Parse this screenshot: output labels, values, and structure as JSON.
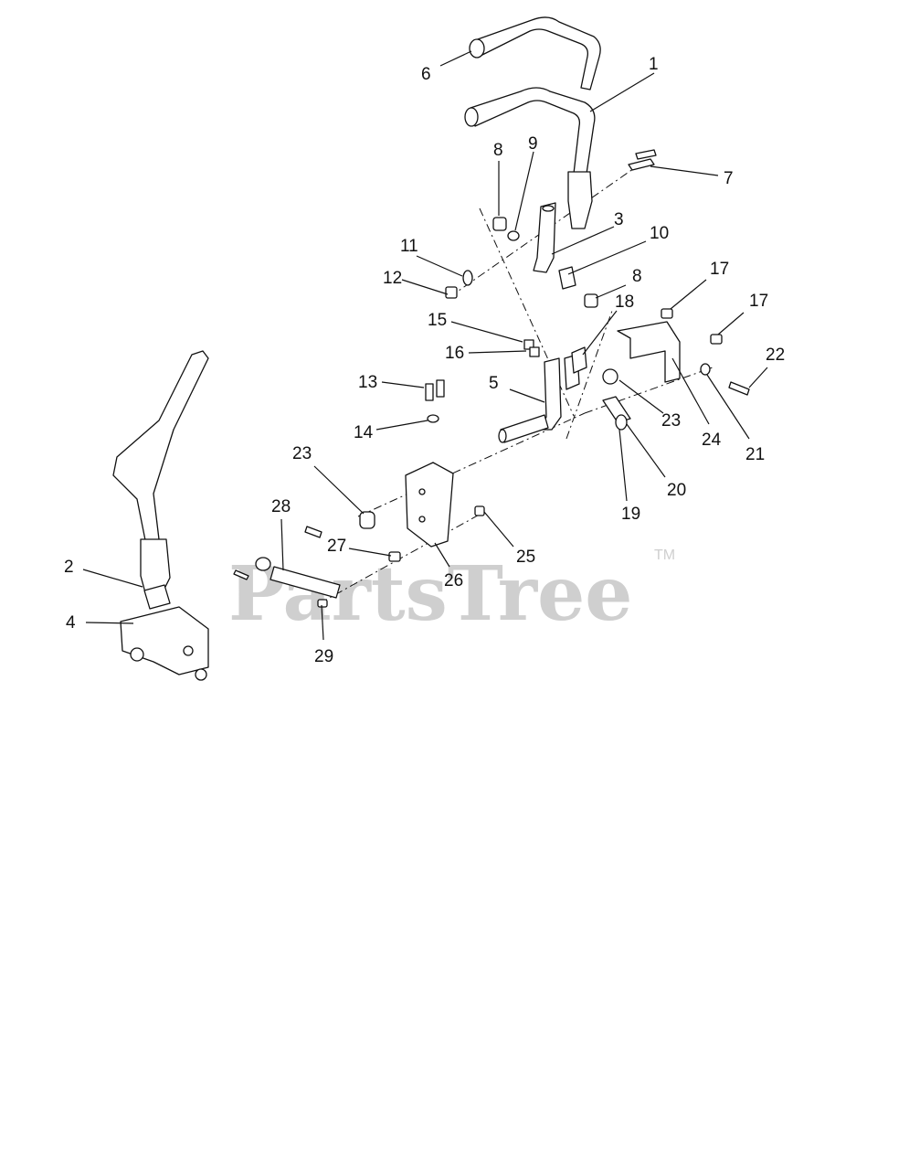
{
  "watermark": {
    "text": "PartsTree",
    "tm": "TM"
  },
  "callouts": [
    {
      "n": "1"
    },
    {
      "n": "2"
    },
    {
      "n": "3"
    },
    {
      "n": "4"
    },
    {
      "n": "5"
    },
    {
      "n": "6"
    },
    {
      "n": "7"
    },
    {
      "n": "8"
    },
    {
      "n": "8"
    },
    {
      "n": "9"
    },
    {
      "n": "10"
    },
    {
      "n": "11"
    },
    {
      "n": "12"
    },
    {
      "n": "13"
    },
    {
      "n": "14"
    },
    {
      "n": "15"
    },
    {
      "n": "16"
    },
    {
      "n": "17"
    },
    {
      "n": "17"
    },
    {
      "n": "18"
    },
    {
      "n": "19"
    },
    {
      "n": "20"
    },
    {
      "n": "21"
    },
    {
      "n": "22"
    },
    {
      "n": "23"
    },
    {
      "n": "23"
    },
    {
      "n": "24"
    },
    {
      "n": "25"
    },
    {
      "n": "26"
    },
    {
      "n": "27"
    },
    {
      "n": "28"
    },
    {
      "n": "29"
    }
  ]
}
